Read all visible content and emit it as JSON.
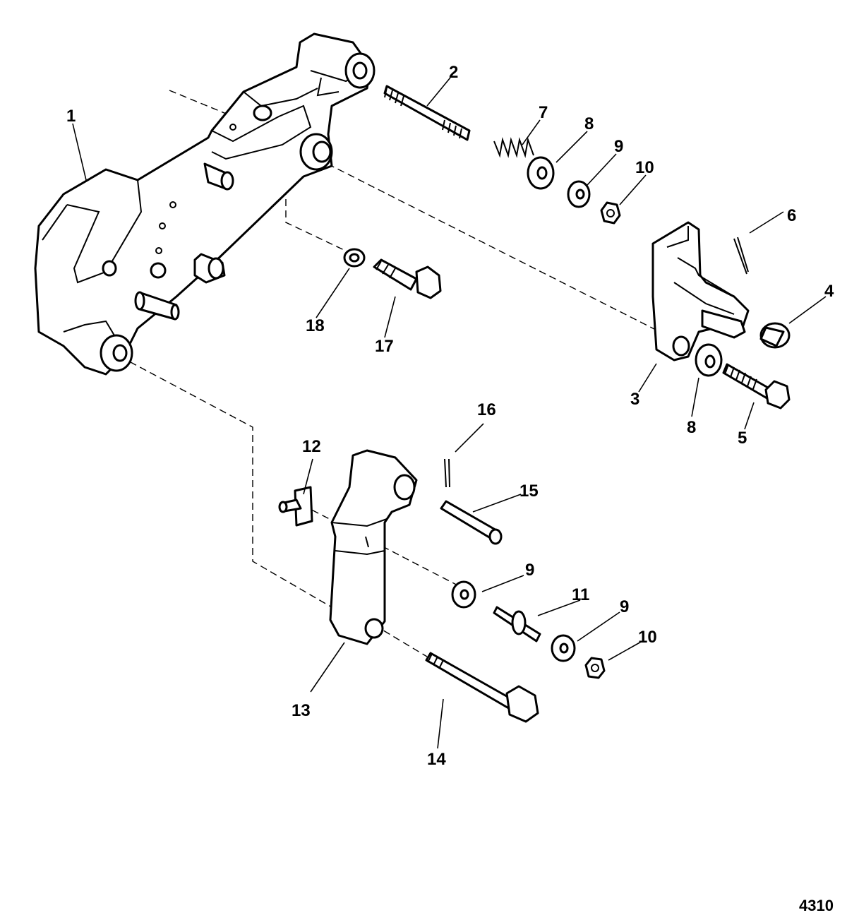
{
  "diagram": {
    "figure_number": "4310",
    "callouts": [
      {
        "id": "1",
        "text": "1"
      },
      {
        "id": "2",
        "text": "2"
      },
      {
        "id": "3",
        "text": "3"
      },
      {
        "id": "4",
        "text": "4"
      },
      {
        "id": "5",
        "text": "5"
      },
      {
        "id": "6",
        "text": "6"
      },
      {
        "id": "7",
        "text": "7"
      },
      {
        "id": "8a",
        "text": "8"
      },
      {
        "id": "8b",
        "text": "8"
      },
      {
        "id": "9a",
        "text": "9"
      },
      {
        "id": "9b",
        "text": "9"
      },
      {
        "id": "9c",
        "text": "9"
      },
      {
        "id": "10a",
        "text": "10"
      },
      {
        "id": "10b",
        "text": "10"
      },
      {
        "id": "11",
        "text": "11"
      },
      {
        "id": "12",
        "text": "12"
      },
      {
        "id": "13",
        "text": "13"
      },
      {
        "id": "14",
        "text": "14"
      },
      {
        "id": "15",
        "text": "15"
      },
      {
        "id": "16",
        "text": "16"
      },
      {
        "id": "17",
        "text": "17"
      },
      {
        "id": "18",
        "text": "18"
      }
    ]
  }
}
